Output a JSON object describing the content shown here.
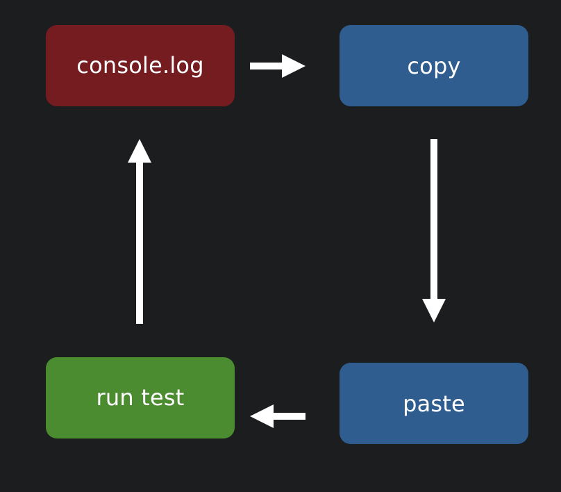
{
  "diagram": {
    "background_color": "#1c1d1f",
    "arrow_color": "#ffffff",
    "nodes": [
      {
        "id": "console",
        "label": "console.log",
        "color": "#741c20"
      },
      {
        "id": "copy",
        "label": "copy",
        "color": "#2f5d8f"
      },
      {
        "id": "paste",
        "label": "paste",
        "color": "#2f5d8f"
      },
      {
        "id": "run",
        "label": "run test",
        "color": "#4a8c2f"
      }
    ],
    "edges": [
      {
        "from": "console.log",
        "to": "copy"
      },
      {
        "from": "copy",
        "to": "paste"
      },
      {
        "from": "paste",
        "to": "run test"
      },
      {
        "from": "run test",
        "to": "console.log"
      }
    ]
  }
}
